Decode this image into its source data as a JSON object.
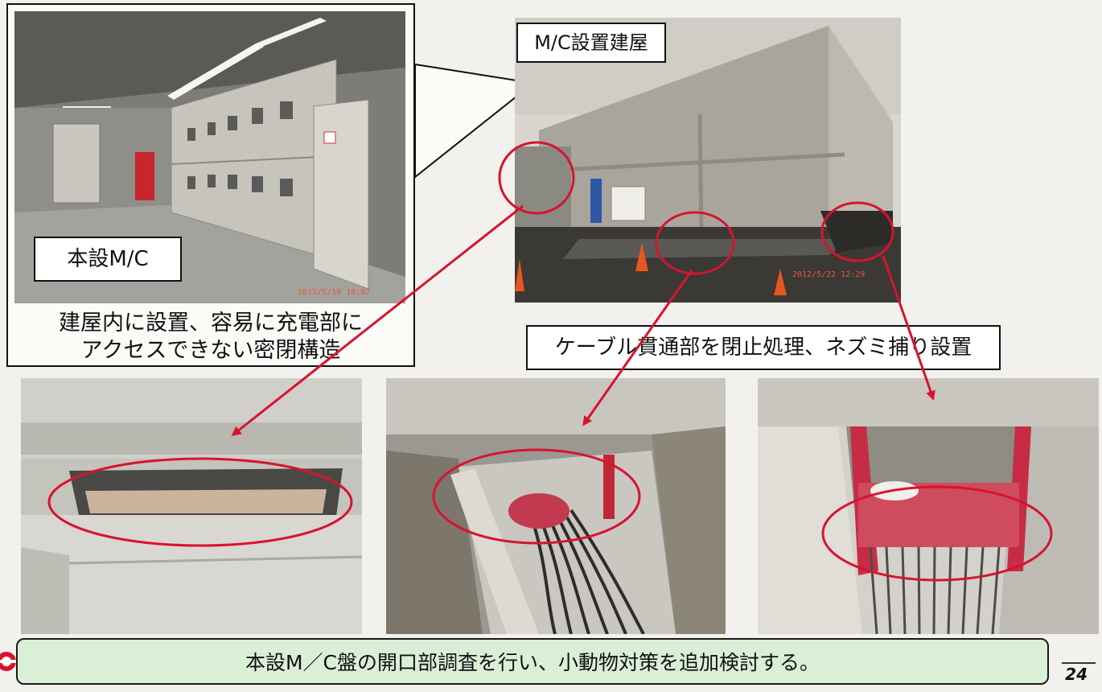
{
  "colors": {
    "annotation_red": "#d8132e",
    "callout_green": "#d9f0d6",
    "timestamp": "#e9543a"
  },
  "panel_left": {
    "label": "本設M/C",
    "timestamp": "2012/5/19  10:07",
    "caption_line1": "建屋内に設置、容易に充電部に",
    "caption_line2": "アクセスできない密閉構造"
  },
  "building_photo": {
    "label": "M/C設置建屋",
    "timestamp": "2012/5/22  12:29"
  },
  "cable_caption": "ケーブル貫通部を閉止処理、ネズミ捕り設置",
  "bottom_message": "本設M／C盤の開口部調査を行い、小動物対策を追加検討する。",
  "page_number": "24",
  "logo_icon": "company-logo-icon"
}
